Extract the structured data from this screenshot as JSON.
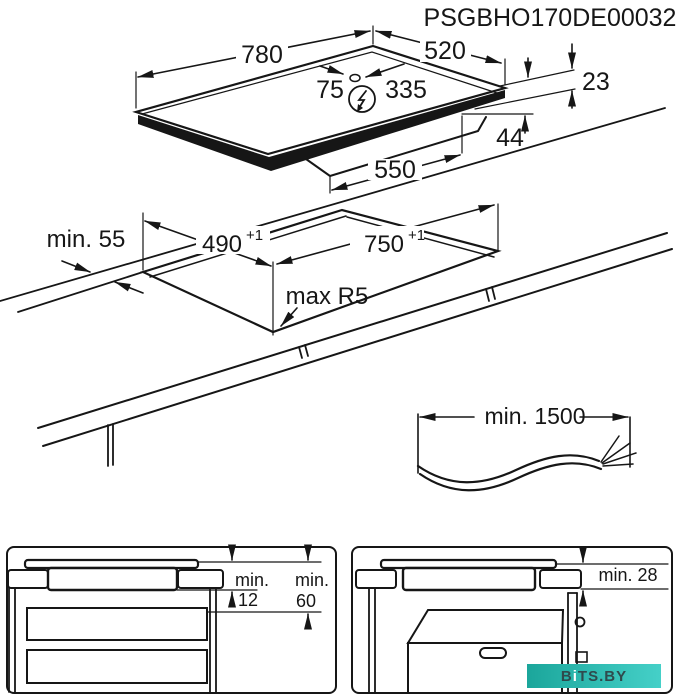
{
  "title": "PSGBHO170DE00032",
  "colors": {
    "line": "#161616",
    "watermark_start": "#1ba69b",
    "watermark_end": "#45d0c8",
    "watermark_text": "#2f4a4d",
    "watermark_text_alt": "#ffffff"
  },
  "top_view": {
    "width_label": "780",
    "depth_label": "520",
    "connection_left": "75",
    "connection_right": "335",
    "height_above": "23",
    "height_below": "44",
    "box_width": "550"
  },
  "cutout_view": {
    "back_clearance": "min. 55",
    "cutout_depth": "490",
    "cutout_depth_sup": "+1",
    "cutout_width": "750",
    "cutout_width_sup": "+1",
    "corner_radius": "max R5"
  },
  "cable": {
    "length_label": "min. 1500"
  },
  "drawer_panel": {
    "dim1": {
      "label": "min.",
      "value": "12"
    },
    "dim2": {
      "label": "min.",
      "value": "60"
    }
  },
  "oven_panel": {
    "clearance": "min. 28"
  },
  "watermark": {
    "part_b": "B",
    "part_i": "i",
    "part_rest": "TS.BY"
  }
}
